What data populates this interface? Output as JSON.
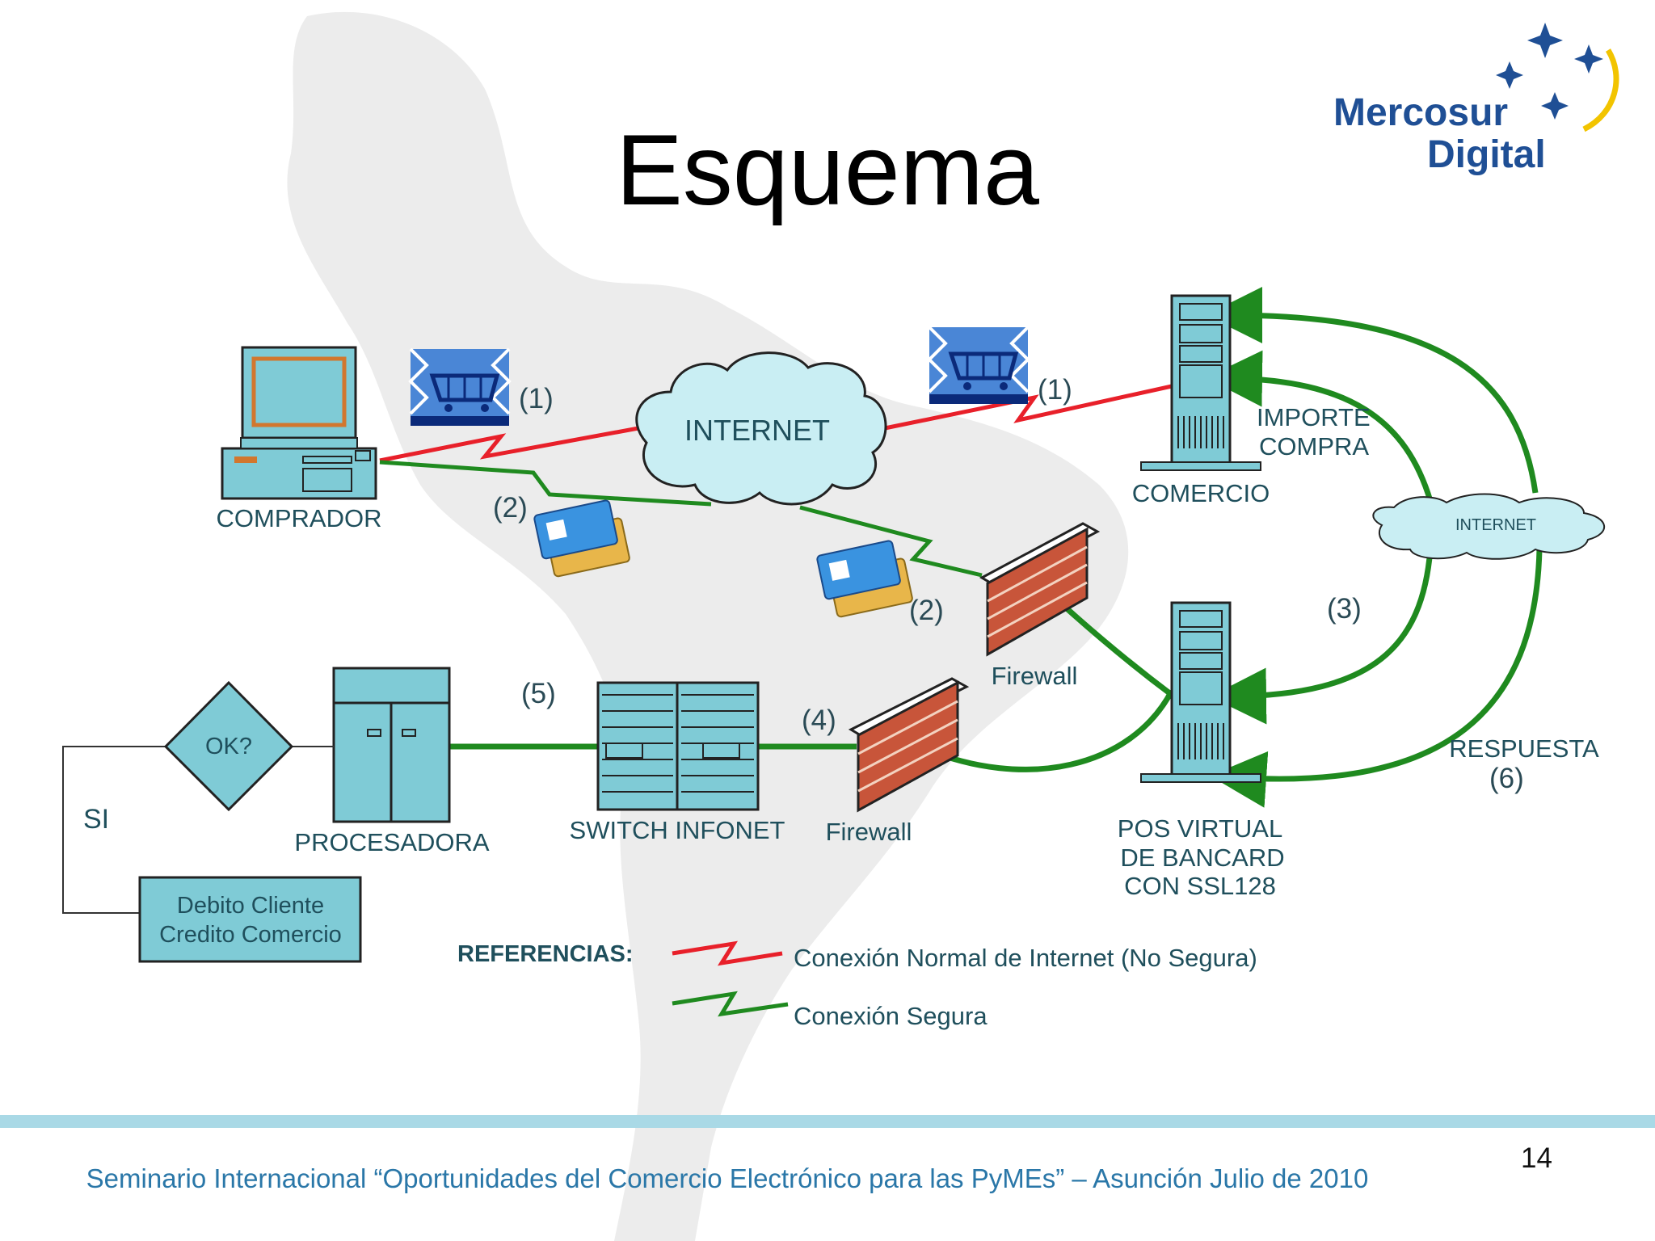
{
  "slide": {
    "title": "Esquema",
    "page_number": "14",
    "footer": "Seminario Internacional “Oportunidades del Comercio Electrónico para las PyMEs” – Asunción Julio de 2010"
  },
  "logo": {
    "line1": "Mercosur",
    "line2": "Digital"
  },
  "nodes": {
    "comprador": "COMPRADOR",
    "internet_main": "INTERNET",
    "internet_small": "INTERNET",
    "comercio": "COMERCIO",
    "importe_line1": "IMPORTE",
    "importe_line2": "COMPRA",
    "firewall_top": "Firewall",
    "firewall_bottom": "Firewall",
    "pos_line1": "POS VIRTUAL",
    "pos_line2": "DE BANCARD",
    "pos_line3": "CON SSL128",
    "respuesta": "RESPUESTA",
    "switch": "SWITCH INFONET",
    "procesadora": "PROCESADORA",
    "ok": "OK?",
    "si": "SI",
    "debito_line1": "Debito Cliente",
    "debito_line2": "Credito Comercio"
  },
  "steps": {
    "s1_left": "(1)",
    "s1_right": "(1)",
    "s2_left": "(2)",
    "s2_right": "(2)",
    "s3": "(3)",
    "s4": "(4)",
    "s5": "(5)",
    "s6": "(6)"
  },
  "legend": {
    "title": "REFERENCIAS:",
    "normal": "Conexión Normal de Internet  (No Segura)",
    "secure": "Conexión Segura"
  },
  "colors": {
    "insecure": "#e8202a",
    "secure": "#1f8a1f",
    "device": "#7fcbd6",
    "logo_blue": "#1f4f95"
  }
}
